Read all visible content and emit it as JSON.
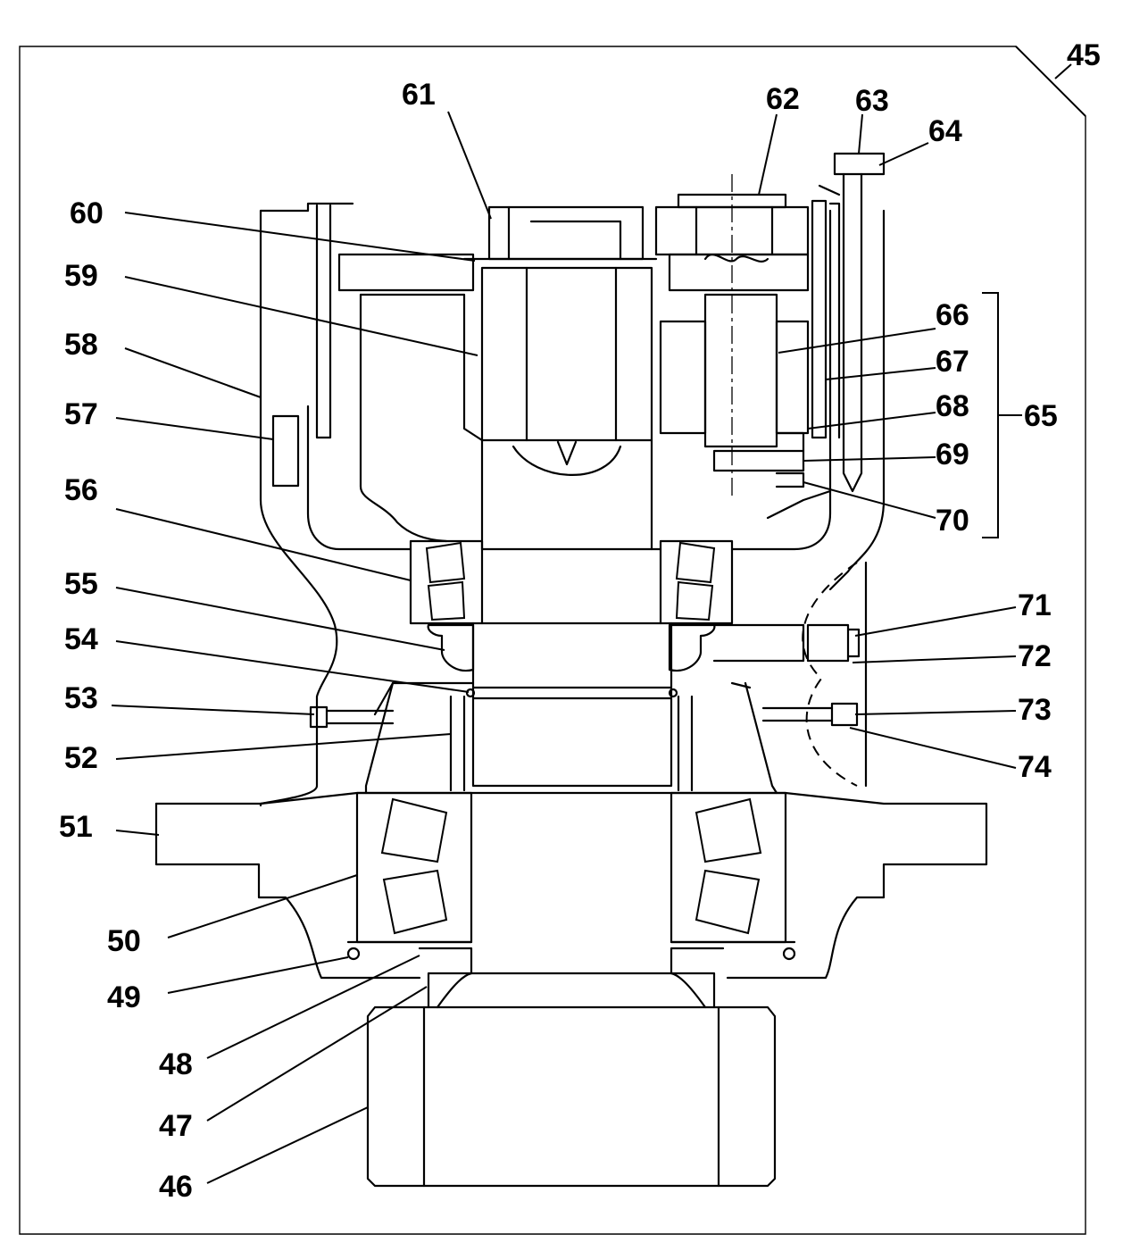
{
  "diagram": {
    "type": "exploded-section-parts-drawing",
    "frame_callout": "45",
    "callouts": [
      {
        "id": "c45",
        "text": "45"
      },
      {
        "id": "c46",
        "text": "46"
      },
      {
        "id": "c47",
        "text": "47"
      },
      {
        "id": "c48",
        "text": "48"
      },
      {
        "id": "c49",
        "text": "49"
      },
      {
        "id": "c50",
        "text": "50"
      },
      {
        "id": "c51",
        "text": "51"
      },
      {
        "id": "c52",
        "text": "52"
      },
      {
        "id": "c53",
        "text": "53"
      },
      {
        "id": "c54",
        "text": "54"
      },
      {
        "id": "c55",
        "text": "55"
      },
      {
        "id": "c56",
        "text": "56"
      },
      {
        "id": "c57",
        "text": "57"
      },
      {
        "id": "c58",
        "text": "58"
      },
      {
        "id": "c59",
        "text": "59"
      },
      {
        "id": "c60",
        "text": "60"
      },
      {
        "id": "c61",
        "text": "61"
      },
      {
        "id": "c62",
        "text": "62"
      },
      {
        "id": "c63",
        "text": "63"
      },
      {
        "id": "c64",
        "text": "64"
      },
      {
        "id": "c65",
        "text": "65"
      },
      {
        "id": "c66",
        "text": "66"
      },
      {
        "id": "c67",
        "text": "67"
      },
      {
        "id": "c68",
        "text": "68"
      },
      {
        "id": "c69",
        "text": "69"
      },
      {
        "id": "c70",
        "text": "70"
      },
      {
        "id": "c71",
        "text": "71"
      },
      {
        "id": "c72",
        "text": "72"
      },
      {
        "id": "c73",
        "text": "73"
      },
      {
        "id": "c74",
        "text": "74"
      }
    ]
  }
}
